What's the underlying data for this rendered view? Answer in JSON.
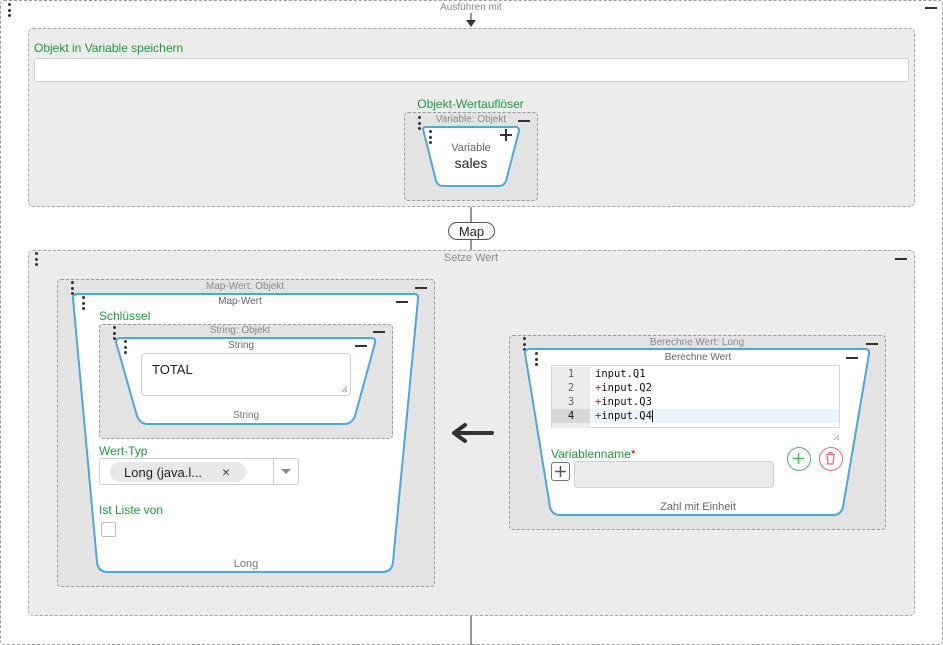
{
  "flow": {
    "execute_with_label": "Ausführen mit",
    "map_label": "Map"
  },
  "store_object": {
    "label": "Objekt in Variable speichern",
    "input_value": ""
  },
  "resolver": {
    "label": "Objekt-Wertauflöser",
    "container_caption": "Variable: Objekt",
    "card_type": "Variable",
    "card_value": "sales"
  },
  "set_value": {
    "caption": "Setze Wert"
  },
  "map_value": {
    "outer_caption": "Map-Wert: Objekt",
    "title": "Map-Wert",
    "key_label": "Schlüssel",
    "string_outer_caption": "String: Objekt",
    "string_title": "String",
    "string_value": "TOTAL",
    "string_footer": "String",
    "value_type_label": "Wert-Typ",
    "value_type_chip": "Long (java.l...",
    "chip_remove": "×",
    "is_list_label": "Ist Liste von",
    "footer": "Long"
  },
  "compute_value": {
    "outer_caption": "Berechne Wert: Long",
    "title": "Berechne Wert",
    "code_lines": [
      {
        "num": "1",
        "prefix": "",
        "text": "input.Q1"
      },
      {
        "num": "2",
        "prefix": "+",
        "text": "input.Q2"
      },
      {
        "num": "3",
        "prefix": "+",
        "text": "input.Q3"
      },
      {
        "num": "4",
        "prefix": "+",
        "text": "input.Q4"
      }
    ],
    "variable_name_label": "Variablenname",
    "required_mark": "*",
    "footer": "Zahl mit Einheit"
  },
  "icons": {
    "add": "plus-icon",
    "add_circle": "plus-circle-icon",
    "delete": "trash-icon",
    "arrow_left": "arrow-left-icon",
    "menu": "kebab-menu-icon",
    "collapse": "minus-icon"
  },
  "colors": {
    "accent_green": "#1d9a3c",
    "card_border": "#4aa8dd",
    "delete_red": "#e06a80",
    "add_green": "#3bbf55",
    "required_red": "#d0021b"
  }
}
